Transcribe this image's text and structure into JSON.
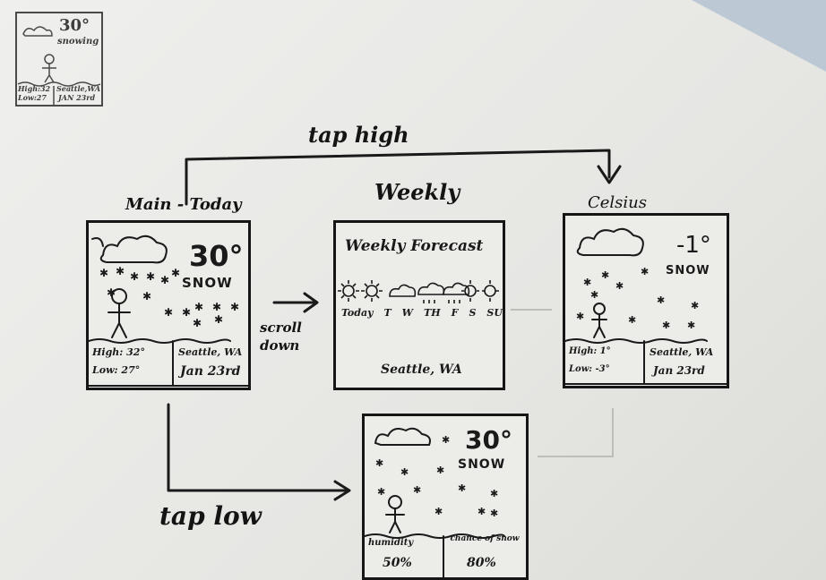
{
  "thumbnail": {
    "temp": "30°",
    "cond": "snowing",
    "high": "High:32",
    "low": "Low:27",
    "city": "Seattle,WA",
    "date": "JAN 23rd"
  },
  "arrows": {
    "tap_high": "tap high",
    "tap_low": "tap low",
    "scroll": "scroll down"
  },
  "main": {
    "title": "Main - Today",
    "temp": "30°",
    "cond": "SNOW",
    "high": "High: 32°",
    "low": "Low: 27°",
    "city": "Seattle, WA",
    "date": "Jan 23rd"
  },
  "weekly": {
    "title": "Weekly",
    "heading": "Weekly Forecast",
    "days": [
      "Today",
      "T",
      "W",
      "TH",
      "F",
      "S",
      "SU"
    ],
    "city": "Seattle, WA"
  },
  "celsius": {
    "title": "Celsius",
    "temp": "-1°",
    "cond": "SNOW",
    "high": "High: 1°",
    "low": "Low: -3°",
    "city": "Seattle, WA",
    "date": "Jan 23rd"
  },
  "low_screen": {
    "temp": "30°",
    "cond": "SNOW",
    "humidity_label": "humidity",
    "humidity": "50%",
    "chance_label": "chance of snow",
    "chance": "80%"
  }
}
